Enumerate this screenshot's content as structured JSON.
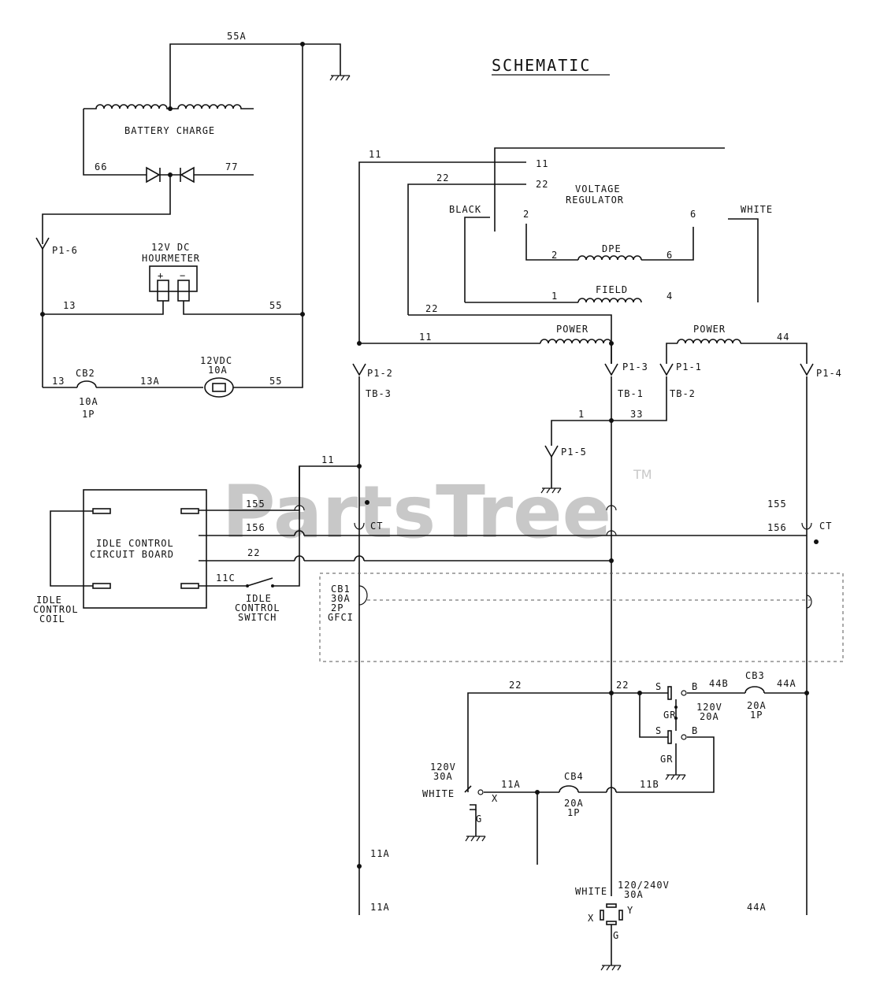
{
  "title": "SCHEMATIC",
  "watermark": "PartsTree",
  "watermark_tm": "TM",
  "labels": {
    "w55a": "55A",
    "battery_charge": "BATTERY CHARGE",
    "w66": "66",
    "w77": "77",
    "p1_6": "P1-6",
    "hourmeter_1": "12V DC",
    "hourmeter_2": "HOURMETER",
    "plus": "+",
    "minus": "−",
    "w13": "13",
    "w55": "55",
    "w13b": "13",
    "cb2": "CB2",
    "cb2_rating_1": "10A",
    "cb2_rating_2": "1P",
    "w13a": "13A",
    "fuse_1": "12VDC",
    "fuse_2": "10A",
    "w55b": "55",
    "w11_top": "11",
    "w11_vr": "11",
    "w22_top": "22",
    "w22_vr": "22",
    "vr_1": "VOLTAGE",
    "vr_2": "REGULATOR",
    "black": "BLACK",
    "vr_2_term": "2",
    "vr_6_term": "6",
    "white_vr": "WHITE",
    "dpe_2": "2",
    "dpe": "DPE",
    "dpe_6": "6",
    "field_1": "1",
    "field": "FIELD",
    "field_4": "4",
    "w22_left": "22",
    "w11_power": "11",
    "power_1": "POWER",
    "power_2": "POWER",
    "w44": "44",
    "p1_2": "P1-2",
    "tb3": "TB-3",
    "p1_3": "P1-3",
    "tb1": "TB-1",
    "p1_1": "P1-1",
    "tb2": "TB-2",
    "p1_4": "P1-4",
    "w1": "1",
    "w33": "33",
    "p1_5": "P1-5",
    "w11_mid": "11",
    "w155_l": "155",
    "w156_l": "156",
    "ct_l": "CT",
    "w155_r": "155",
    "w156_r": "156",
    "ct_r": "CT",
    "board_1": "IDLE CONTROL",
    "board_2": "CIRCUIT BOARD",
    "w22_board": "22",
    "w11c": "11C",
    "idle_switch_1": "IDLE",
    "idle_switch_2": "CONTROL",
    "idle_switch_3": "SWITCH",
    "idle_coil_1": "IDLE",
    "idle_coil_2": "CONTROL",
    "idle_coil_3": "COIL",
    "cb1": "CB1",
    "cb1_rating": "30A",
    "cb1_poles": "2P",
    "cb1_type": "GFCI",
    "w22_low": "22",
    "w22_low2": "22",
    "s1": "S",
    "b1": "B",
    "w44b": "44B",
    "cb3": "CB3",
    "cb3_rating_1": "20A",
    "cb3_rating_2": "1P",
    "w44a": "44A",
    "gr1": "GR",
    "recep_120_1": "120V",
    "recep_120_2": "20A",
    "s2": "S",
    "b2": "B",
    "gr2": "GR",
    "recep_120_30_1": "120V",
    "recep_120_30_2": "30A",
    "white_low": "WHITE",
    "x1": "X",
    "w11a": "11A",
    "cb4": "CB4",
    "cb4_rating_1": "20A",
    "cb4_rating_2": "1P",
    "w11b": "11B",
    "g1": "G",
    "w11a_2": "11A",
    "w11a_3": "11A",
    "white_bottom": "WHITE",
    "recep_240_1": "120/240V",
    "recep_240_2": "30A",
    "x2": "X",
    "y1": "Y",
    "g2": "G",
    "w44a_2": "44A"
  }
}
